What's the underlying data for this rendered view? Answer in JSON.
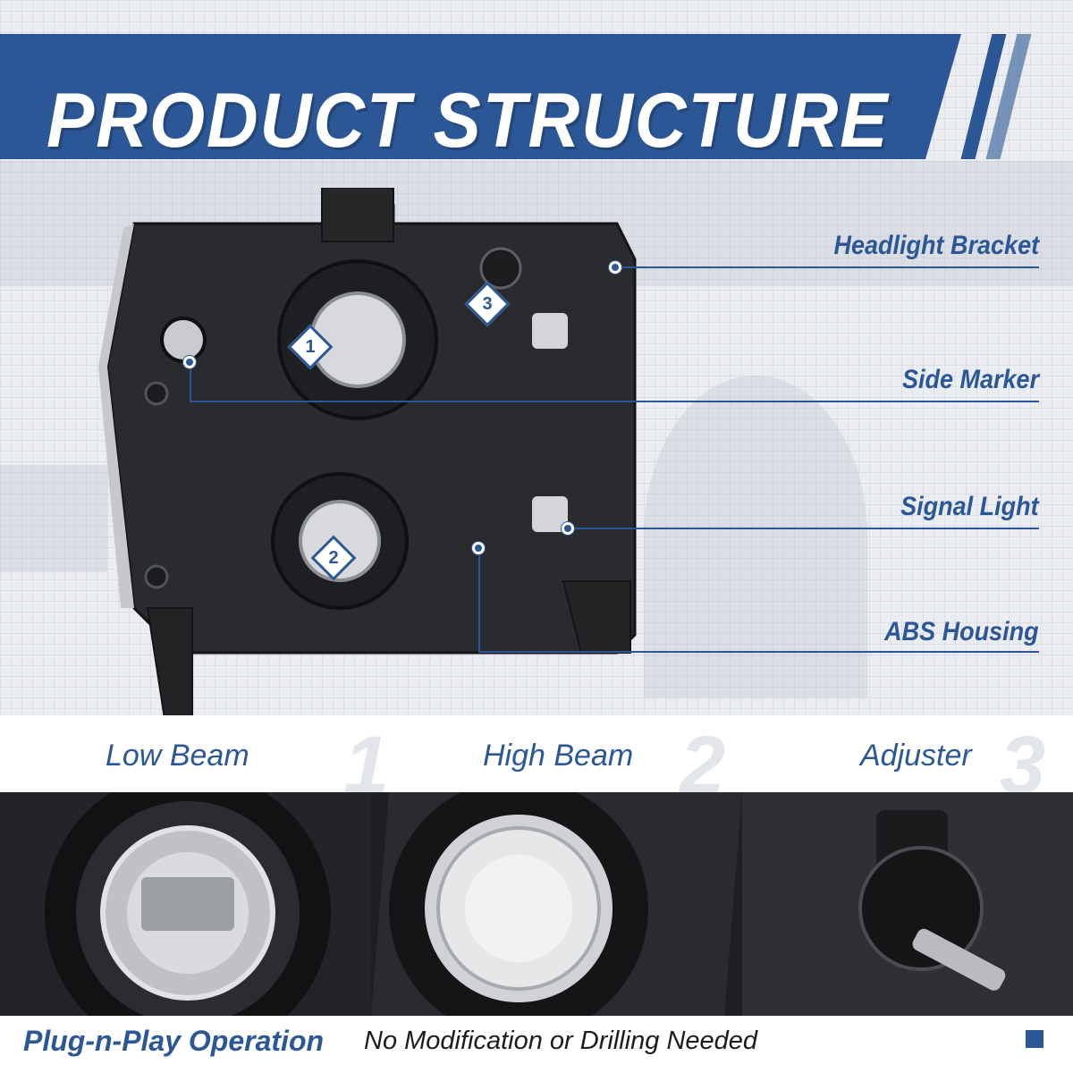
{
  "banner": {
    "title": "PRODUCT STRUCTURE"
  },
  "callouts": [
    {
      "label": "Headlight Bracket"
    },
    {
      "label": "Side Marker"
    },
    {
      "label": "Signal Light"
    },
    {
      "label": "ABS Housing"
    }
  ],
  "badges": [
    "1",
    "2",
    "3"
  ],
  "captions": [
    {
      "label": "Low Beam",
      "number": "1"
    },
    {
      "label": "High Beam",
      "number": "2"
    },
    {
      "label": "Adjuster",
      "number": "3"
    }
  ],
  "footer": {
    "highlight": "Plug-n-Play Operation",
    "text": "No Modification or Drilling Needed"
  },
  "colors": {
    "brand": "#2c5796",
    "housing": "#2a2b2e",
    "background": "#ebedf1"
  }
}
